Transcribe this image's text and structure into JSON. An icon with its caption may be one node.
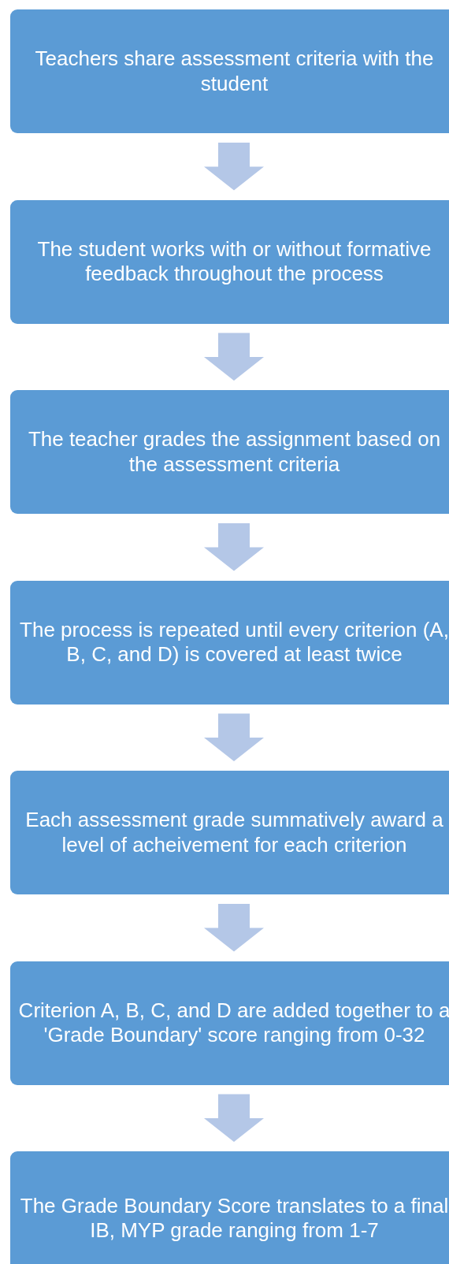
{
  "diagram": {
    "nodes": [
      {
        "text": [
          "Teachers share assessment criteria with the student"
        ]
      },
      {
        "text": [
          "The student works with or without formative feedback throughout the process"
        ]
      },
      {
        "text": [
          "The teacher grades the assignment based on the assessment criteria"
        ]
      },
      {
        "text": [
          "The process is repeated until every criterion (A, B, C, and D) is covered at least twice"
        ]
      },
      {
        "text": [
          "Each assessment grade summatively award a level of acheivement for each criterion"
        ]
      },
      {
        "text": [
          "Criterion A, B, C, and D are added together to a 'Grade Boundary' score ranging from 0-32"
        ]
      },
      {
        "text": [
          "The Grade Boundary Score translates to a final IB, MYP grade ranging from 1-7"
        ]
      }
    ],
    "edges": [
      {
        "from": 0,
        "to": 1,
        "arrow": "to"
      },
      {
        "from": 1,
        "to": 2,
        "arrow": "to"
      },
      {
        "from": 2,
        "to": 3,
        "arrow": "to"
      },
      {
        "from": 3,
        "to": 4,
        "arrow": "to"
      },
      {
        "from": 4,
        "to": 5,
        "arrow": "to"
      },
      {
        "from": 5,
        "to": 6,
        "arrow": "to"
      }
    ]
  }
}
